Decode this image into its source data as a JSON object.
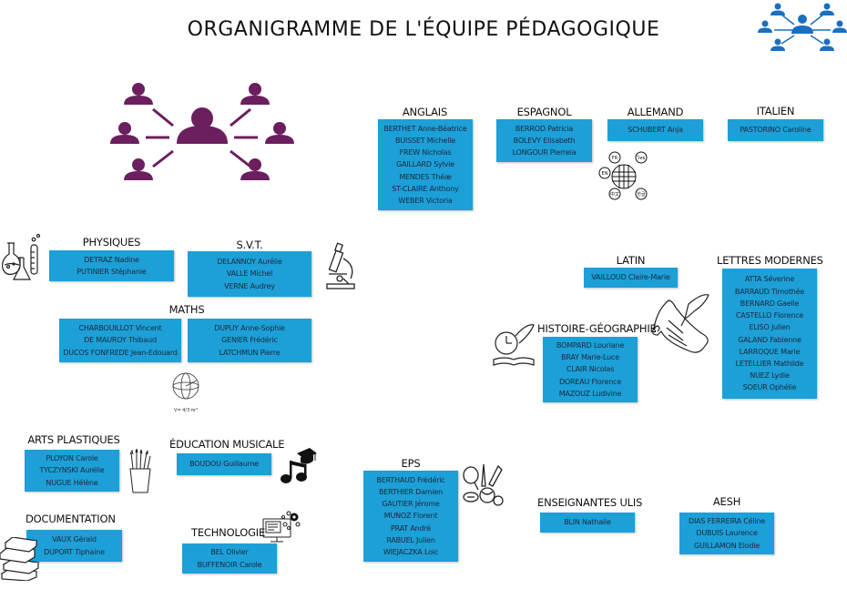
{
  "title": "ORGANIGRAMME DE L'ÉQUIPE PÉDAGOGIQUE",
  "colors": {
    "box": "#1d9fd8",
    "team_icon_purple": "#6b1f5e",
    "team_icon_blue": "#1a6fbf"
  },
  "icons": {
    "team_purple": "team-network-icon",
    "team_blue": "team-network-icon",
    "languages": "globe-languages-icon",
    "chemistry": "lab-flask-icon",
    "microscope": "microscope-icon",
    "sphere": "sphere-formula-icon",
    "scroll": "scroll-quill-icon",
    "history": "clock-book-icon",
    "brushes": "brush-pot-icon",
    "music": "music-note-icon",
    "books": "book-stack-icon",
    "computer": "computer-gears-icon",
    "sports": "sports-balls-icon"
  },
  "globe_labels": [
    "FR",
    "EN",
    "ไทย",
    "中文",
    "한글"
  ],
  "sphere_formula": "V= 4/3 πr³",
  "departments": {
    "anglais": {
      "label": "ANGLAIS",
      "members": [
        "BERTHET Anne-Béatrice",
        "BUISSET Michelle",
        "FREW Nicholas",
        "GAILLARD Sylvie",
        "MENDES Théæ",
        "ST-CLAIRE Anthony",
        "WEBER Victoria"
      ]
    },
    "espagnol": {
      "label": "ESPAGNOL",
      "members": [
        "BERROD Patricia",
        "BOLEVY Elisabeth",
        "LONGOUR Pierreia"
      ]
    },
    "allemand": {
      "label": "ALLEMAND",
      "members": [
        "SCHUBERT Anja"
      ]
    },
    "italien": {
      "label": "ITALIEN",
      "members": [
        "PASTORINO Caroline"
      ]
    },
    "physiques": {
      "label": "PHYSIQUES",
      "members": [
        "DETRAZ Nadine",
        "PUTINIER Stéphanie"
      ]
    },
    "svt": {
      "label": "S.V.T.",
      "members": [
        "DELANNOY Aurélie",
        "VALLE Michel",
        "VERNE Audrey"
      ]
    },
    "maths": {
      "label": "MATHS",
      "members_left": [
        "CHARBOUILLOT Vincent",
        "DE MAUROY Thibaud",
        "DUCOS FONFREDE Jean-Edouard"
      ],
      "members_right": [
        "DUPUY Anne-Sophie",
        "GENIER Frédéric",
        "LATCHMUN Pierre"
      ]
    },
    "latin": {
      "label": "LATIN",
      "members": [
        "VAILLOUD Claire-Marie"
      ]
    },
    "lettres": {
      "label": "LETTRES MODERNES",
      "members": [
        "ATTA Séverine",
        "BARRAUD Timothée",
        "BERNARD Gaelle",
        "CASTELLO Florence",
        "ELISO Julien",
        "GALAND Fabienne",
        "LARROQUE Marie",
        "LETELLIER Mathilde",
        "NUEZ Lydie",
        "SOEUR Ophélie"
      ]
    },
    "histoire": {
      "label": "HISTOIRE-GÉOGRAPHIE",
      "members": [
        "BOMPARD Louriane",
        "BRAY Marie-Luce",
        "CLAIR Nicolas",
        "DOREAU Florence",
        "MAZOUZ Ludivine"
      ]
    },
    "arts": {
      "label": "ARTS PLASTIQUES",
      "members": [
        "PLOYON Carole",
        "TYCZYNSKI Aurélie",
        "NUGUE Hélène"
      ]
    },
    "musique": {
      "label": "ÉDUCATION MUSICALE",
      "members": [
        "BOUDOU Guillaume"
      ]
    },
    "documentation": {
      "label": "DOCUMENTATION",
      "members": [
        "VAUX Gérald",
        "DUPORT Tiphaine"
      ]
    },
    "technologie": {
      "label": "TECHNOLOGIE",
      "members": [
        "BEL Olivier",
        "BUFFENOIR Carole"
      ]
    },
    "eps": {
      "label": "EPS",
      "members": [
        "BERTHAUD Frédéric",
        "BERTHIER Damien",
        "GAUTIER Jérome",
        "MUNOZ Florent",
        "PRAT André",
        "RABUEL Julien",
        "WIEJACZKA Loic"
      ]
    },
    "ulis": {
      "label": "ENSEIGNANTES ULIS",
      "members": [
        "BLIN Nathalie"
      ]
    },
    "aesh": {
      "label": "AESH",
      "members": [
        "DIAS FERREIRA Céline",
        "DUBUIS Laurence",
        "GUILLAMON Elodie"
      ]
    }
  }
}
